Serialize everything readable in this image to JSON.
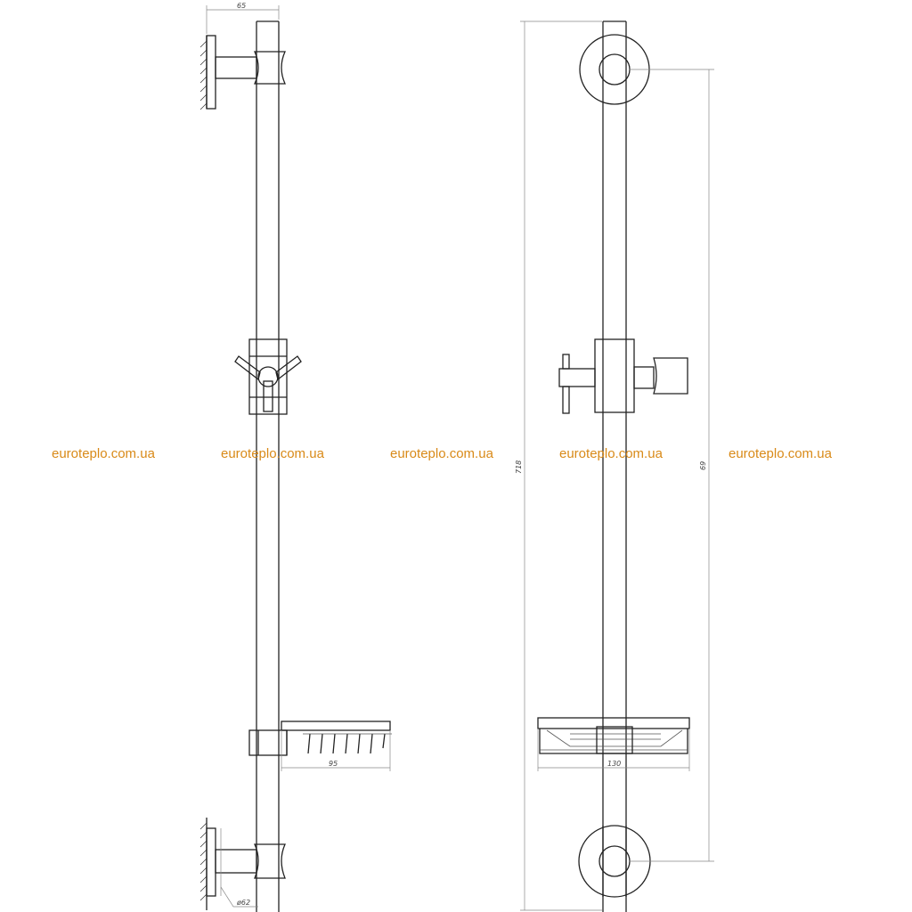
{
  "dimensions": {
    "mount_offset": "65",
    "soap_dish_depth": "95",
    "flange_diameter": "ø62",
    "total_height": "718",
    "mount_spacing": "69",
    "soap_dish_width": "130"
  },
  "watermarks": [
    "euroteplo.com.ua",
    "euroteplo.com.ua",
    "euroteplo.com.ua",
    "euroteplo.com.ua",
    "euroteplo.com.ua"
  ],
  "colors": {
    "line": "#222222",
    "dimension_line": "#888888",
    "watermark": "#d98a18"
  }
}
